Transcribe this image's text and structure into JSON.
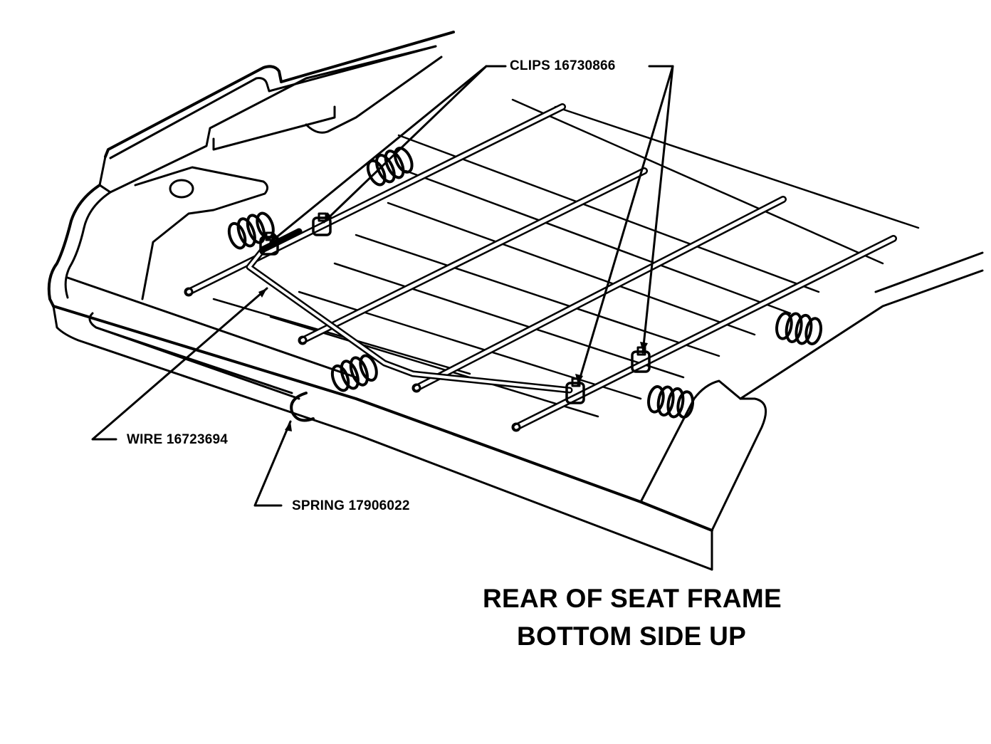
{
  "labels": {
    "clips": "CLIPS 16730866",
    "wire": "WIRE 16723694",
    "spring": "SPRING 17906022"
  },
  "caption": {
    "line1": "REAR OF SEAT FRAME",
    "line2": "BOTTOM SIDE UP"
  },
  "colors": {
    "ink": "#000000",
    "paper": "#ffffff"
  }
}
